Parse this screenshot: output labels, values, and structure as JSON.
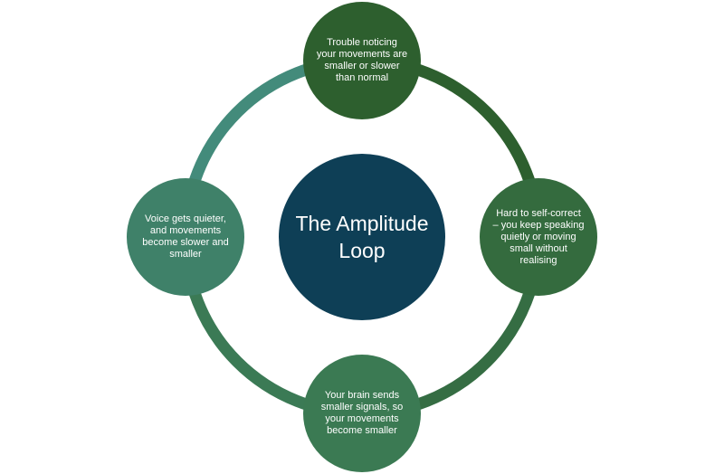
{
  "diagram": {
    "center": {
      "title": "The Amplitude Loop",
      "color": "#0e3f56"
    },
    "nodes": [
      {
        "id": "top",
        "text": "Trouble noticing your movements are smaller or slower than normal",
        "color": "#2d5f2e"
      },
      {
        "id": "right",
        "text": "Hard to self-correct – you keep speaking quietly or moving small without realising",
        "color": "#346b3e"
      },
      {
        "id": "bottom",
        "text": "Your brain sends smaller signals, so your movements become smaller",
        "color": "#3b7a53"
      },
      {
        "id": "left",
        "text": "Voice gets quieter, and movements become slower and smaller",
        "color": "#3f8169"
      }
    ],
    "ring_colors": {
      "top_right": "#2d5f2e",
      "right_bottom": "#356d43",
      "bottom_left": "#3b7a55",
      "left_top": "#438b7b"
    }
  }
}
